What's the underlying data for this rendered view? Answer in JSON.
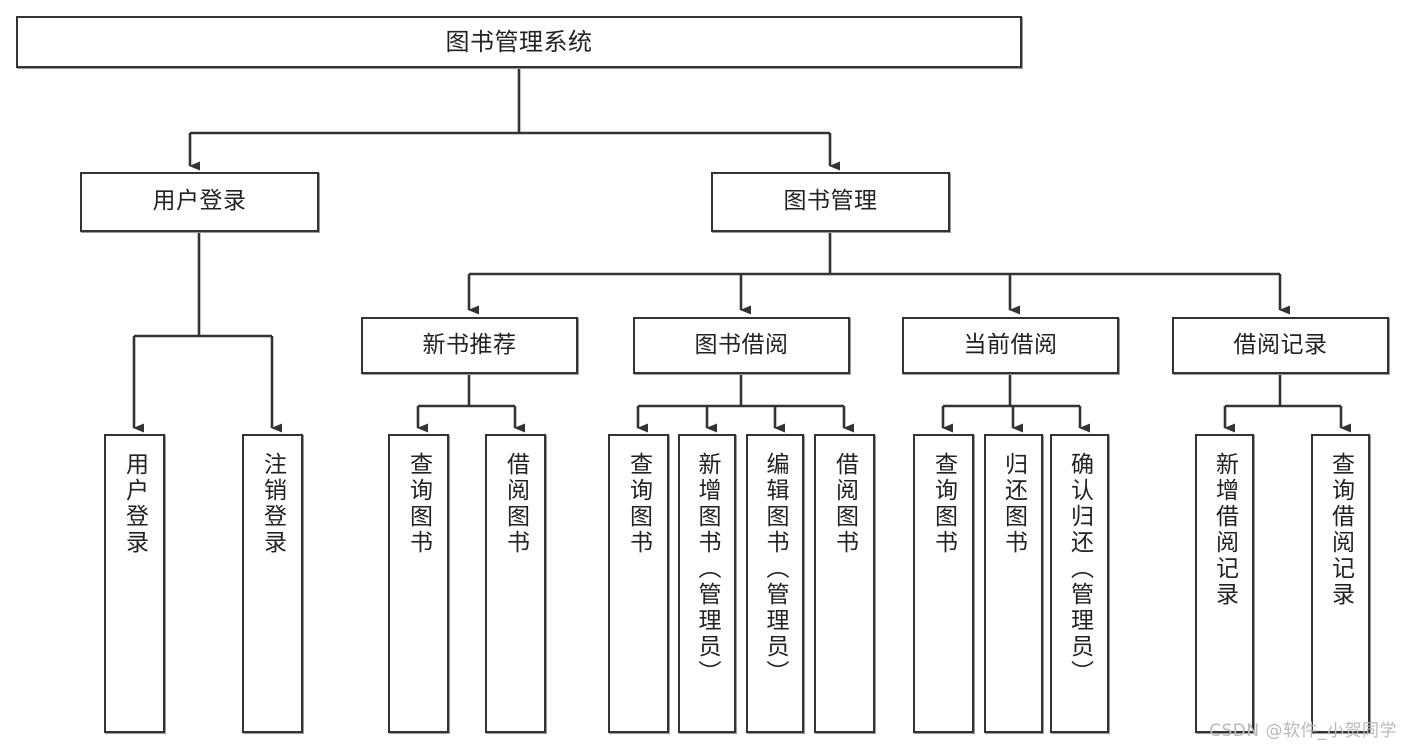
{
  "diagram": {
    "title": "图书管理系统",
    "type": "tree",
    "watermark": "CSDN @软件_小贺同学",
    "line_color": "#333333",
    "box_fill": "#ffffff",
    "text_color": "#222222",
    "nodes": {
      "root": {
        "label": "图书管理系统"
      },
      "level1": [
        {
          "label": "用户登录"
        },
        {
          "label": "图书管理"
        }
      ],
      "level2": [
        {
          "label": "新书推荐"
        },
        {
          "label": "图书借阅"
        },
        {
          "label": "当前借阅"
        },
        {
          "label": "借阅记录"
        }
      ],
      "leaves": [
        {
          "label": "用户登录",
          "parent": "用户登录"
        },
        {
          "label": "注销登录",
          "parent": "用户登录"
        },
        {
          "label": "查询图书",
          "parent": "新书推荐"
        },
        {
          "label": "借阅图书",
          "parent": "新书推荐"
        },
        {
          "label": "查询图书",
          "parent": "图书借阅"
        },
        {
          "label": "新增图书（管理员）",
          "parent": "图书借阅"
        },
        {
          "label": "编辑图书（管理员）",
          "parent": "图书借阅"
        },
        {
          "label": "借阅图书",
          "parent": "图书借阅"
        },
        {
          "label": "查询图书",
          "parent": "当前借阅"
        },
        {
          "label": "归还图书",
          "parent": "当前借阅"
        },
        {
          "label": "确认归还（管理员）",
          "parent": "当前借阅"
        },
        {
          "label": "新增借阅记录",
          "parent": "借阅记录"
        },
        {
          "label": "查询借阅记录",
          "parent": "借阅记录"
        }
      ]
    }
  }
}
